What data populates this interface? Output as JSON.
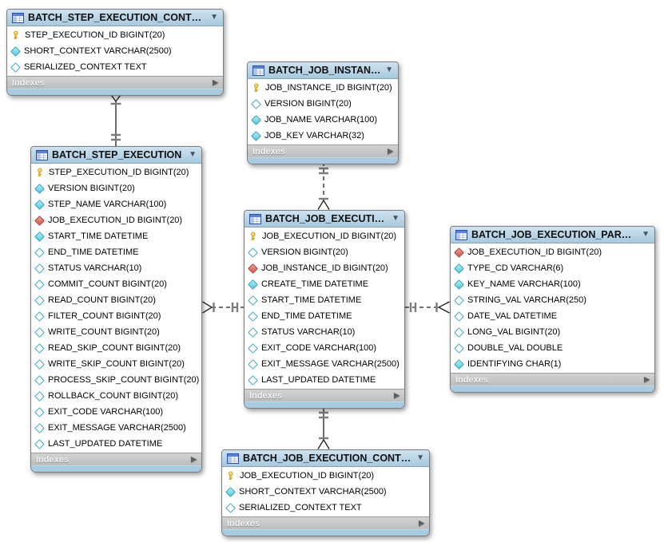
{
  "diagram": {
    "tool_hint": "EER diagram",
    "colors": {
      "header_blue": "#aecfe4",
      "bottom_strip_blue": "#a9cbe2",
      "footer_gray": "#c6c6c6",
      "primary_key_yellow": "#f2c832",
      "column_teal": "#49c9dc",
      "foreign_key_red": "#d95448",
      "line_black": "#1c1c1c",
      "background": "#ffffff"
    },
    "tables": [
      {
        "id": "batch_step_execution_context",
        "title": "BATCH_STEP_EXECUTION_CONTEXT",
        "indexes_label": "Indexes",
        "fields": [
          {
            "icon": "key",
            "text": "STEP_EXECUTION_ID BIGINT(20)"
          },
          {
            "icon": "filled",
            "text": "SHORT_CONTEXT VARCHAR(2500)"
          },
          {
            "icon": "open",
            "text": "SERIALIZED_CONTEXT TEXT"
          }
        ]
      },
      {
        "id": "batch_job_instance",
        "title": "BATCH_JOB_INSTANCE",
        "indexes_label": "Indexes",
        "fields": [
          {
            "icon": "key",
            "text": "JOB_INSTANCE_ID BIGINT(20)"
          },
          {
            "icon": "open",
            "text": "VERSION BIGINT(20)"
          },
          {
            "icon": "filled",
            "text": "JOB_NAME VARCHAR(100)"
          },
          {
            "icon": "filled",
            "text": "JOB_KEY VARCHAR(32)"
          }
        ]
      },
      {
        "id": "batch_step_execution",
        "title": "BATCH_STEP_EXECUTION",
        "indexes_label": "Indexes",
        "fields": [
          {
            "icon": "key",
            "text": "STEP_EXECUTION_ID BIGINT(20)"
          },
          {
            "icon": "filled",
            "text": "VERSION BIGINT(20)"
          },
          {
            "icon": "filled",
            "text": "STEP_NAME VARCHAR(100)"
          },
          {
            "icon": "fk",
            "text": "JOB_EXECUTION_ID BIGINT(20)"
          },
          {
            "icon": "filled",
            "text": "START_TIME DATETIME"
          },
          {
            "icon": "open",
            "text": "END_TIME DATETIME"
          },
          {
            "icon": "open",
            "text": "STATUS VARCHAR(10)"
          },
          {
            "icon": "open",
            "text": "COMMIT_COUNT BIGINT(20)"
          },
          {
            "icon": "open",
            "text": "READ_COUNT BIGINT(20)"
          },
          {
            "icon": "open",
            "text": "FILTER_COUNT BIGINT(20)"
          },
          {
            "icon": "open",
            "text": "WRITE_COUNT BIGINT(20)"
          },
          {
            "icon": "open",
            "text": "READ_SKIP_COUNT BIGINT(20)"
          },
          {
            "icon": "open",
            "text": "WRITE_SKIP_COUNT BIGINT(20)"
          },
          {
            "icon": "open",
            "text": "PROCESS_SKIP_COUNT BIGINT(20)"
          },
          {
            "icon": "open",
            "text": "ROLLBACK_COUNT BIGINT(20)"
          },
          {
            "icon": "open",
            "text": "EXIT_CODE VARCHAR(100)"
          },
          {
            "icon": "open",
            "text": "EXIT_MESSAGE VARCHAR(2500)"
          },
          {
            "icon": "open",
            "text": "LAST_UPDATED DATETIME"
          }
        ]
      },
      {
        "id": "batch_job_execution",
        "title": "BATCH_JOB_EXECUTION",
        "indexes_label": "Indexes",
        "fields": [
          {
            "icon": "key",
            "text": "JOB_EXECUTION_ID BIGINT(20)"
          },
          {
            "icon": "open",
            "text": "VERSION BIGINT(20)"
          },
          {
            "icon": "fk",
            "text": "JOB_INSTANCE_ID BIGINT(20)"
          },
          {
            "icon": "filled",
            "text": "CREATE_TIME DATETIME"
          },
          {
            "icon": "open",
            "text": "START_TIME DATETIME"
          },
          {
            "icon": "open",
            "text": "END_TIME DATETIME"
          },
          {
            "icon": "open",
            "text": "STATUS VARCHAR(10)"
          },
          {
            "icon": "open",
            "text": "EXIT_CODE VARCHAR(100)"
          },
          {
            "icon": "open",
            "text": "EXIT_MESSAGE VARCHAR(2500)"
          },
          {
            "icon": "open",
            "text": "LAST_UPDATED DATETIME"
          }
        ]
      },
      {
        "id": "batch_job_execution_params",
        "title": "BATCH_JOB_EXECUTION_PARAMS",
        "indexes_label": "Indexes",
        "fields": [
          {
            "icon": "fk",
            "text": "JOB_EXECUTION_ID BIGINT(20)"
          },
          {
            "icon": "filled",
            "text": "TYPE_CD VARCHAR(6)"
          },
          {
            "icon": "filled",
            "text": "KEY_NAME VARCHAR(100)"
          },
          {
            "icon": "open",
            "text": "STRING_VAL VARCHAR(250)"
          },
          {
            "icon": "open",
            "text": "DATE_VAL DATETIME"
          },
          {
            "icon": "open",
            "text": "LONG_VAL BIGINT(20)"
          },
          {
            "icon": "open",
            "text": "DOUBLE_VAL DOUBLE"
          },
          {
            "icon": "filled",
            "text": "IDENTIFYING CHAR(1)"
          }
        ]
      },
      {
        "id": "batch_job_execution_context",
        "title": "BATCH_JOB_EXECUTION_CONTEXT",
        "indexes_label": "Indexes",
        "fields": [
          {
            "icon": "key",
            "text": "JOB_EXECUTION_ID BIGINT(20)"
          },
          {
            "icon": "filled",
            "text": "SHORT_CONTEXT VARCHAR(2500)"
          },
          {
            "icon": "open",
            "text": "SERIALIZED_CONTEXT TEXT"
          }
        ]
      }
    ],
    "relationships": [
      {
        "from": "BATCH_STEP_EXECUTION_CONTEXT",
        "to": "BATCH_STEP_EXECUTION",
        "line": "solid",
        "from_end": "many-mandatory",
        "to_end": "one-mandatory"
      },
      {
        "from": "BATCH_JOB_INSTANCE",
        "to": "BATCH_JOB_EXECUTION",
        "line": "dashed",
        "from_end": "one-mandatory",
        "to_end": "many-mandatory"
      },
      {
        "from": "BATCH_JOB_EXECUTION",
        "to": "BATCH_STEP_EXECUTION",
        "line": "dashed",
        "from_end": "one-mandatory",
        "to_end": "many-mandatory"
      },
      {
        "from": "BATCH_JOB_EXECUTION",
        "to": "BATCH_JOB_EXECUTION_PARAMS",
        "line": "dashed",
        "from_end": "one-mandatory",
        "to_end": "many-mandatory"
      },
      {
        "from": "BATCH_JOB_EXECUTION",
        "to": "BATCH_JOB_EXECUTION_CONTEXT",
        "line": "solid",
        "from_end": "one-mandatory",
        "to_end": "many-mandatory"
      }
    ]
  }
}
